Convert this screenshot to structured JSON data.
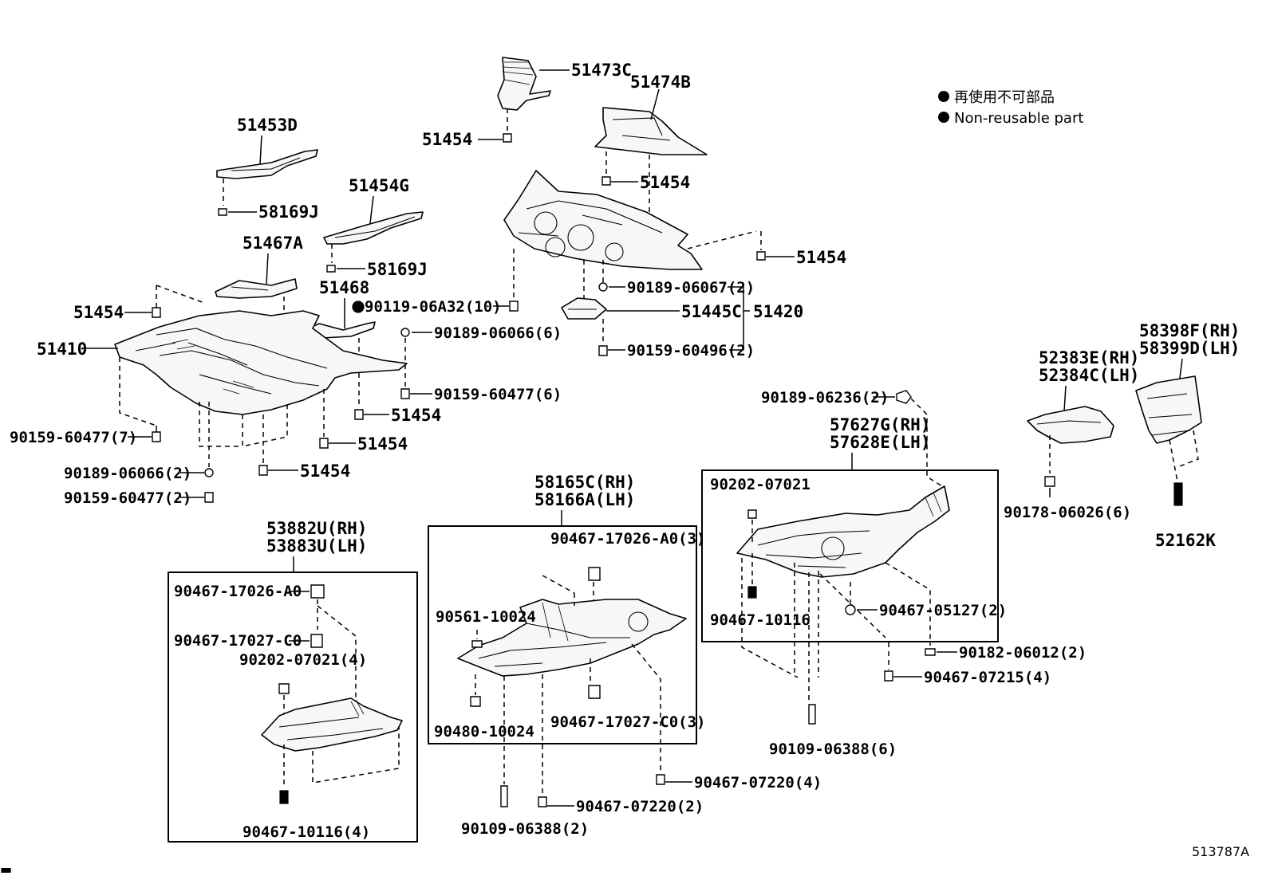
{
  "legend": {
    "japanese": "再使用不可部品",
    "english": "Non-reusable part"
  },
  "illustration_id": "513787A",
  "labels": {
    "p51473C": "51473C",
    "p51474B": "51474B",
    "p51454_a": "51454",
    "p51454_b": "51454",
    "p51454_c": "51454",
    "p51454_d": "51454",
    "p51454_e": "51454",
    "p51454_f": "51454",
    "p51454_g": "51454",
    "p51453D": "51453D",
    "p58169J_a": "58169J",
    "p58169J_b": "58169J",
    "p51454G": "51454G",
    "p51467A": "51467A",
    "p51468": "51468",
    "p90119": "90119-06A32(10)",
    "p51410": "51410",
    "p90189_06066_6": "90189-06066(6)",
    "p90159_60477_6": "90159-60477(6)",
    "p90159_60477_7": "90159-60477(7)",
    "p90189_06066_2": "90189-06066(2)",
    "p90159_60477_2": "90159-60477(2)",
    "p90189_06067_2": "90189-06067(2)",
    "p51445C": "51445C",
    "p51420": "51420",
    "p90159_60496_2": "90159-60496(2)",
    "p90189_06236_2": "90189-06236(2)",
    "p57627G": "57627G(RH)",
    "p57628E": "57628E(LH)",
    "p52383E": "52383E(RH)",
    "p52384C": "52384C(LH)",
    "p58398F": "58398F(RH)",
    "p58399D": "58399D(LH)",
    "p90202_07021_r": "90202-07021",
    "p90467_10116_r": "90467-10116",
    "p90467_05127": "90467-05127(2)",
    "p90182_06012": "90182-06012(2)",
    "p90467_07215": "90467-07215(4)",
    "p90109_06388_6": "90109-06388(6)",
    "p90178_06026": "90178-06026(6)",
    "p52162K": "52162K",
    "p58165C": "58165C(RH)",
    "p58166A": "58166A(LH)",
    "p90467_17026_A0_3": "90467-17026-A0(3)",
    "p90561_10024": "90561-10024",
    "p90480_10024": "90480-10024",
    "p90467_17027_C0_3": "90467-17027-C0(3)",
    "p90467_07220_4": "90467-07220(4)",
    "p90467_07220_2": "90467-07220(2)",
    "p90109_06388_2": "90109-06388(2)",
    "p53882U": "53882U(RH)",
    "p53883U": "53883U(LH)",
    "p90467_17026_A0": "90467-17026-A0",
    "p90467_17027_C0": "90467-17027-C0",
    "p90202_07021_4": "90202-07021(4)",
    "p90467_10116_4": "90467-10116(4)"
  }
}
